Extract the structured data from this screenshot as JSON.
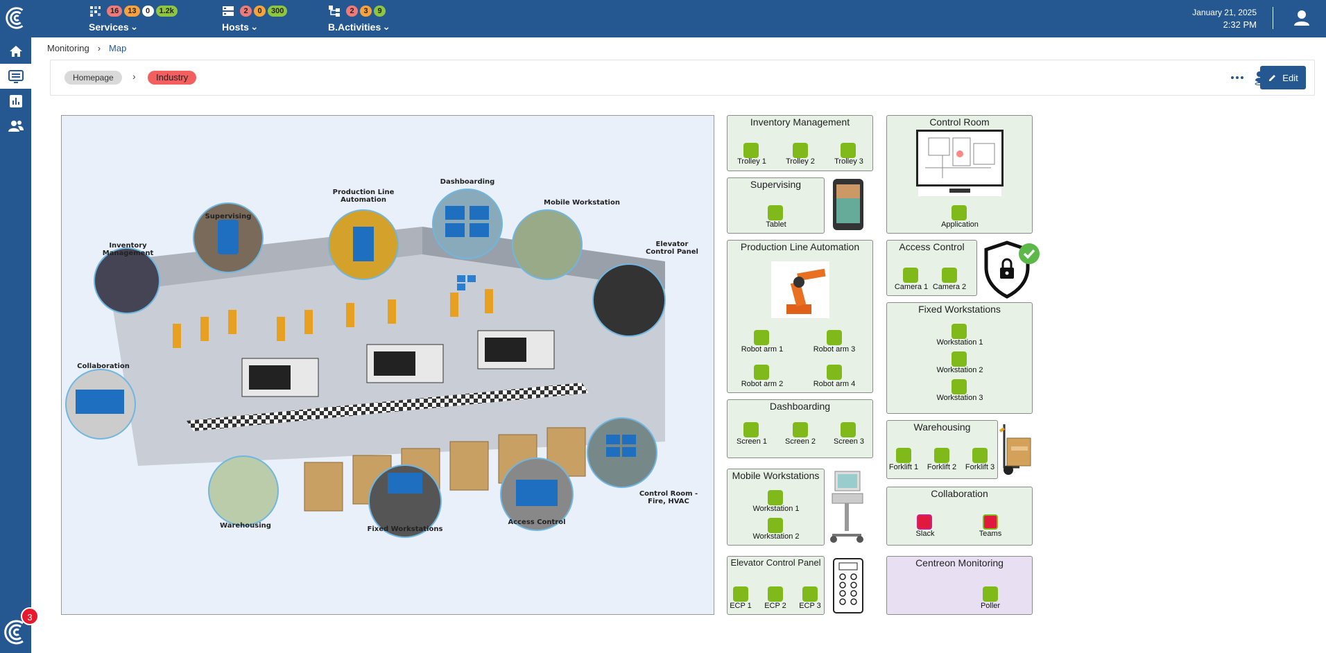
{
  "topbar": {
    "services": {
      "label": "Services",
      "counts": [
        "16",
        "13",
        "0",
        "1.2k"
      ]
    },
    "hosts": {
      "label": "Hosts",
      "counts": [
        "2",
        "0",
        "300"
      ]
    },
    "activities": {
      "label": "B.Activities",
      "counts": [
        "2",
        "3",
        "9"
      ]
    },
    "date": "January 21, 2025",
    "time": "2:32 PM"
  },
  "sidebar": {
    "notifications": "3"
  },
  "breadcrumb": {
    "root": "Monitoring",
    "current": "Map"
  },
  "toolbar": {
    "home_chip": "Homepage",
    "current_chip": "Industry",
    "edit_label": "Edit"
  },
  "map": {
    "labels": {
      "inventory": "Inventory Management",
      "supervising": "Supervising",
      "production": "Production Line Automation",
      "dashboarding": "Dashboarding",
      "mobile": "Mobile Workstation",
      "elevator": "Elevator Control Panel",
      "collaboration": "Collaboration",
      "warehousing": "Warehousing",
      "fixed": "Fixed Workstations",
      "access": "Access Control",
      "controlroom": "Control Room - Fire, HVAC"
    }
  },
  "panels": {
    "inventory": {
      "title": "Inventory Management",
      "items": [
        "Trolley 1",
        "Trolley 2",
        "Trolley 3"
      ]
    },
    "supervising": {
      "title": "Supervising",
      "items": [
        "Tablet"
      ]
    },
    "production": {
      "title": "Production Line Automation",
      "items": [
        "Robot arm 1",
        "Robot arm 3",
        "Robot arm 2",
        "Robot arm 4"
      ]
    },
    "dashboarding": {
      "title": "Dashboarding",
      "items": [
        "Screen 1",
        "Screen 2",
        "Screen 3"
      ]
    },
    "mobile": {
      "title": "Mobile Workstations",
      "items": [
        "Workstation 1",
        "Workstation 2"
      ]
    },
    "elevator": {
      "title": "Elevator Control Panel",
      "items": [
        "ECP 1",
        "ECP 2",
        "ECP 3"
      ]
    },
    "controlroom": {
      "title": "Control Room",
      "items": [
        "Application"
      ]
    },
    "access": {
      "title": "Access Control",
      "items": [
        "Camera 1",
        "Camera 2"
      ]
    },
    "fixed": {
      "title": "Fixed Workstations",
      "items": [
        "Workstation 1",
        "Workstation 2",
        "Workstation 3"
      ]
    },
    "warehousing": {
      "title": "Warehousing",
      "items": [
        "Forklift 1",
        "Forklift 2",
        "Forklift 3"
      ]
    },
    "collaboration": {
      "title": "Collaboration",
      "items": [
        "Slack",
        "Teams"
      ]
    },
    "centreon": {
      "title": "Centreon Monitoring",
      "items": [
        "Poller"
      ]
    }
  },
  "colors": {
    "brand": "#255891",
    "ok": "#7fba1a",
    "critical": "#e01a3c",
    "warning": "#f5a33a"
  }
}
